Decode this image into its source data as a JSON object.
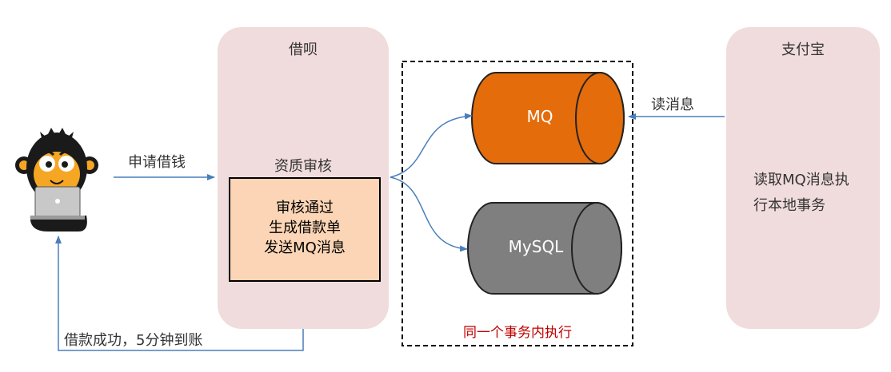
{
  "lanes": {
    "jiebei": {
      "title": "借呗"
    },
    "alipay": {
      "title": "支付宝"
    }
  },
  "user": {
    "icon": "monkey-laptop-user-icon",
    "apply_label": "申请借钱",
    "success_label": "借款成功，5分钟到账"
  },
  "review": {
    "title": "资质审核",
    "lines": [
      "审核通过",
      "生成借款单",
      "发送MQ消息"
    ]
  },
  "transaction": {
    "caption": "同一个事务内执行",
    "caption_color": "#c00000"
  },
  "mq": {
    "label": "MQ",
    "color": "#e46c0a"
  },
  "mysql": {
    "label": "MySQL",
    "color": "#7f7f7f"
  },
  "alipay_actions": {
    "read_label": "读消息",
    "description_lines": [
      "读取MQ消息执",
      "行本地事务"
    ]
  },
  "colors": {
    "lane_fill": "#f0dcdc",
    "review_fill": "#fbd5b5",
    "arrow": "#4a7ebb"
  }
}
